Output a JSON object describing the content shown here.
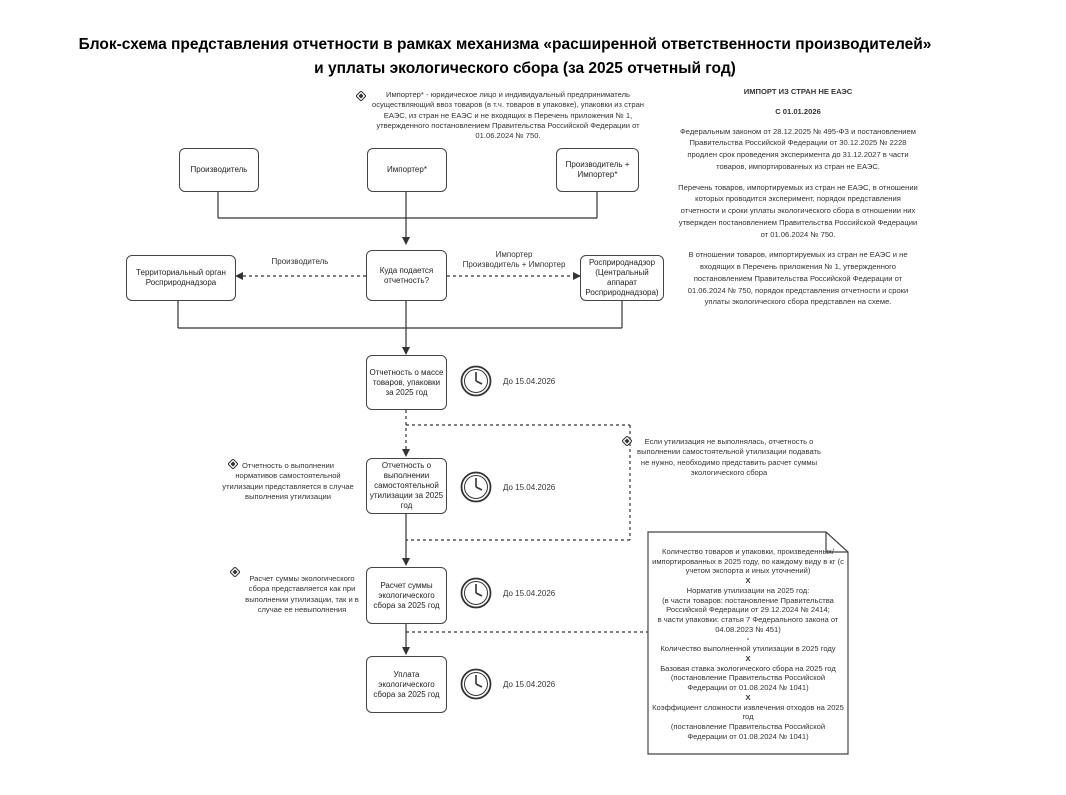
{
  "title": {
    "line1": "Блок-схема представления отчетности в рамках механизма «расширенной ответственности производителей»",
    "line2": "и уплаты экологического сбора (за 2025 отчетный год)"
  },
  "top_note": "Импортер* - юридическое лицо и индивидуальный предприниматель осуществляющий ввоз товаров (в т.ч. товаров в упаковке), упаковки из стран ЕАЭС, из стран не ЕАЭС и не входящих в Перечень приложения № 1, утвержденного постановлением Правительства Российской Федерации от 01.06.2024 № 750.",
  "boxes": {
    "producer": "Производитель",
    "importer": "Импортер*",
    "producer_importer": "Производитель + Импортер*",
    "where": "Куда подается отчетность?",
    "territorial": "Территориальный орган Росприроднадзора",
    "central": "Росприроднадзор (Центральный аппарат Росприроднадзора)",
    "report_mass": "Отчетность о массе товаров, упаковки за 2025 год",
    "report_util": "Отчетность о выполнении самостоятельной утилизации за 2025 год",
    "calc": "Расчет суммы экологического сбора за 2025 год",
    "pay": "Уплата экологического сбора за 2025 год"
  },
  "edge_labels": {
    "left": "Производитель",
    "right_line1": "Импортер",
    "right_line2": "Производитель + Импортер"
  },
  "deadlines": [
    "До 15.04.2026",
    "До 15.04.2026",
    "До 15.04.2026",
    "До 15.04.2026"
  ],
  "side_notes": {
    "util_left": "Отчетность о выполнении нормативов самостоятельной утилизации представляется в случае выполнения утилизации",
    "util_right": "Если утилизация не выполнялась, отчетность о выполнении самостоятельной утилизации подавать не нужно, необходимо представить расчет суммы экологического сбора",
    "calc_left": "Расчет суммы экологического сбора представляется как при выполнении утилизации, так и в случае ее невыполнения"
  },
  "right_panel": {
    "heading": "ИМПОРТ ИЗ СТРАН НЕ ЕАЭС",
    "date": "С 01.01.2026",
    "p1": "Федеральным законом от 28.12.2025 № 495-ФЗ и постановлением Правительства Российской Федерации от 30.12.2025 № 2228 продлен срок проведения эксперимента до 31.12.2027 в части товаров, импортированных из стран не ЕАЭС.",
    "p2": "Перечень товаров, импортируемых из стран не ЕАЭС, в отношении которых проводится эксперимент, порядок представления отчетности и сроки уплаты экологического сбора в отношении них утвержден постановлением Правительства Российской Федерации от 01.06.2024 № 750.",
    "p3": "В отношении товаров, импортируемых из стран не ЕАЭС и не входящих в Перечень приложения № 1, утвержденного постановлением Правительства Российской Федерации от 01.06.2024 № 750, порядок представления отчетности и сроки уплаты экологического сбора представлен на схеме."
  },
  "formula": {
    "f1": "Количество товаров и упаковки, произведенных/импортированных в 2025 году, по каждому виду в кг (с учетом экспорта и иных уточнений)",
    "op1": "X",
    "f2": "Норматив утилизации на 2025 год:",
    "f2a": "(в части товаров: постановление Правительства Российской Федерации от 29.12.2024 № 2414;",
    "f2b": "в части упаковки: статья 7 Федерального закона от 04.08.2023 № 451)",
    "op2": "-",
    "f3": "Количество выполненной утилизации в 2025 году",
    "op3": "X",
    "f4": "Базовая ставка экологического сбора на 2025 год",
    "f4a": "(постановление Правительства Российской Федерации от 01.08.2024 № 1041)",
    "op4": "X",
    "f5": "Коэффициент сложности извлечения отходов на 2025 год",
    "f5a": "(постановление Правительства Российской Федерации от 01.08.2024 № 1041)"
  }
}
